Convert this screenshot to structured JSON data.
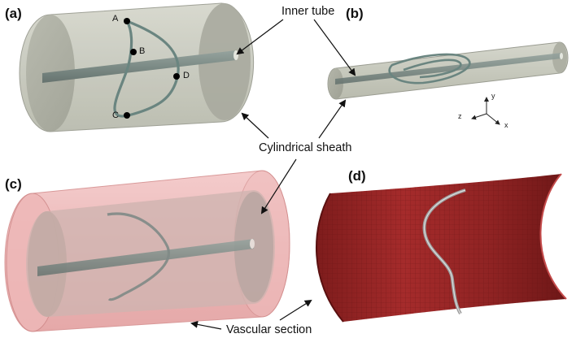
{
  "panels": {
    "a": "(a)",
    "b": "(b)",
    "c": "(c)",
    "d": "(d)"
  },
  "callouts": {
    "inner_tube": "Inner tube",
    "cylindrical_sheath": "Cylindrical sheath",
    "vascular_section": "Vascular section"
  },
  "points": {
    "A": "A",
    "B": "B",
    "C": "C",
    "D": "D"
  },
  "axes": {
    "x": "x",
    "y": "y",
    "z": "z"
  },
  "colors": {
    "sheath": "#c9cbbf",
    "inner_tube": "#7f8e89",
    "wire": "#6a8580",
    "vascular": "#e8a7a7",
    "vessel_mesh": "#a32a2a"
  }
}
